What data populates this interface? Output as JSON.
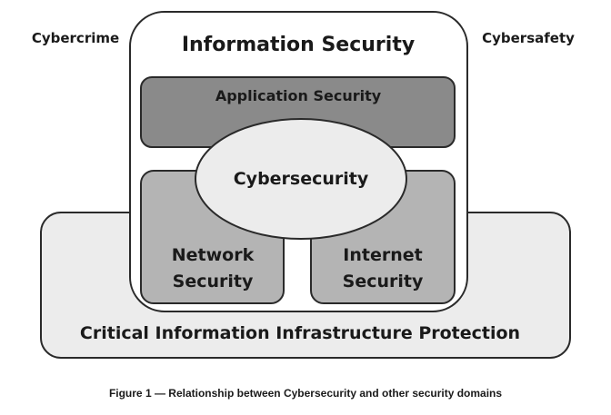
{
  "labels": {
    "cybercrime": "Cybercrime",
    "cybersafety": "Cybersafety",
    "information_security": "Information Security",
    "application_security": "Application Security",
    "cybersecurity": "Cybersecurity",
    "network_security_line1": "Network",
    "network_security_line2": "Security",
    "internet_security_line1": "Internet",
    "internet_security_line2": "Security",
    "ciip": "Critical Information Infrastructure Protection"
  },
  "caption": "Figure 1 — Relationship between Cybersecurity and other security domains",
  "colors": {
    "outline": "#2a2a2a",
    "info_security_fill": "#ffffff",
    "ciip_fill": "#ececec",
    "app_security_fill": "#8a8a8a",
    "network_internet_fill": "#b4b4b4",
    "cybersecurity_fill": "#ececec",
    "text": "#1a1a1a"
  }
}
